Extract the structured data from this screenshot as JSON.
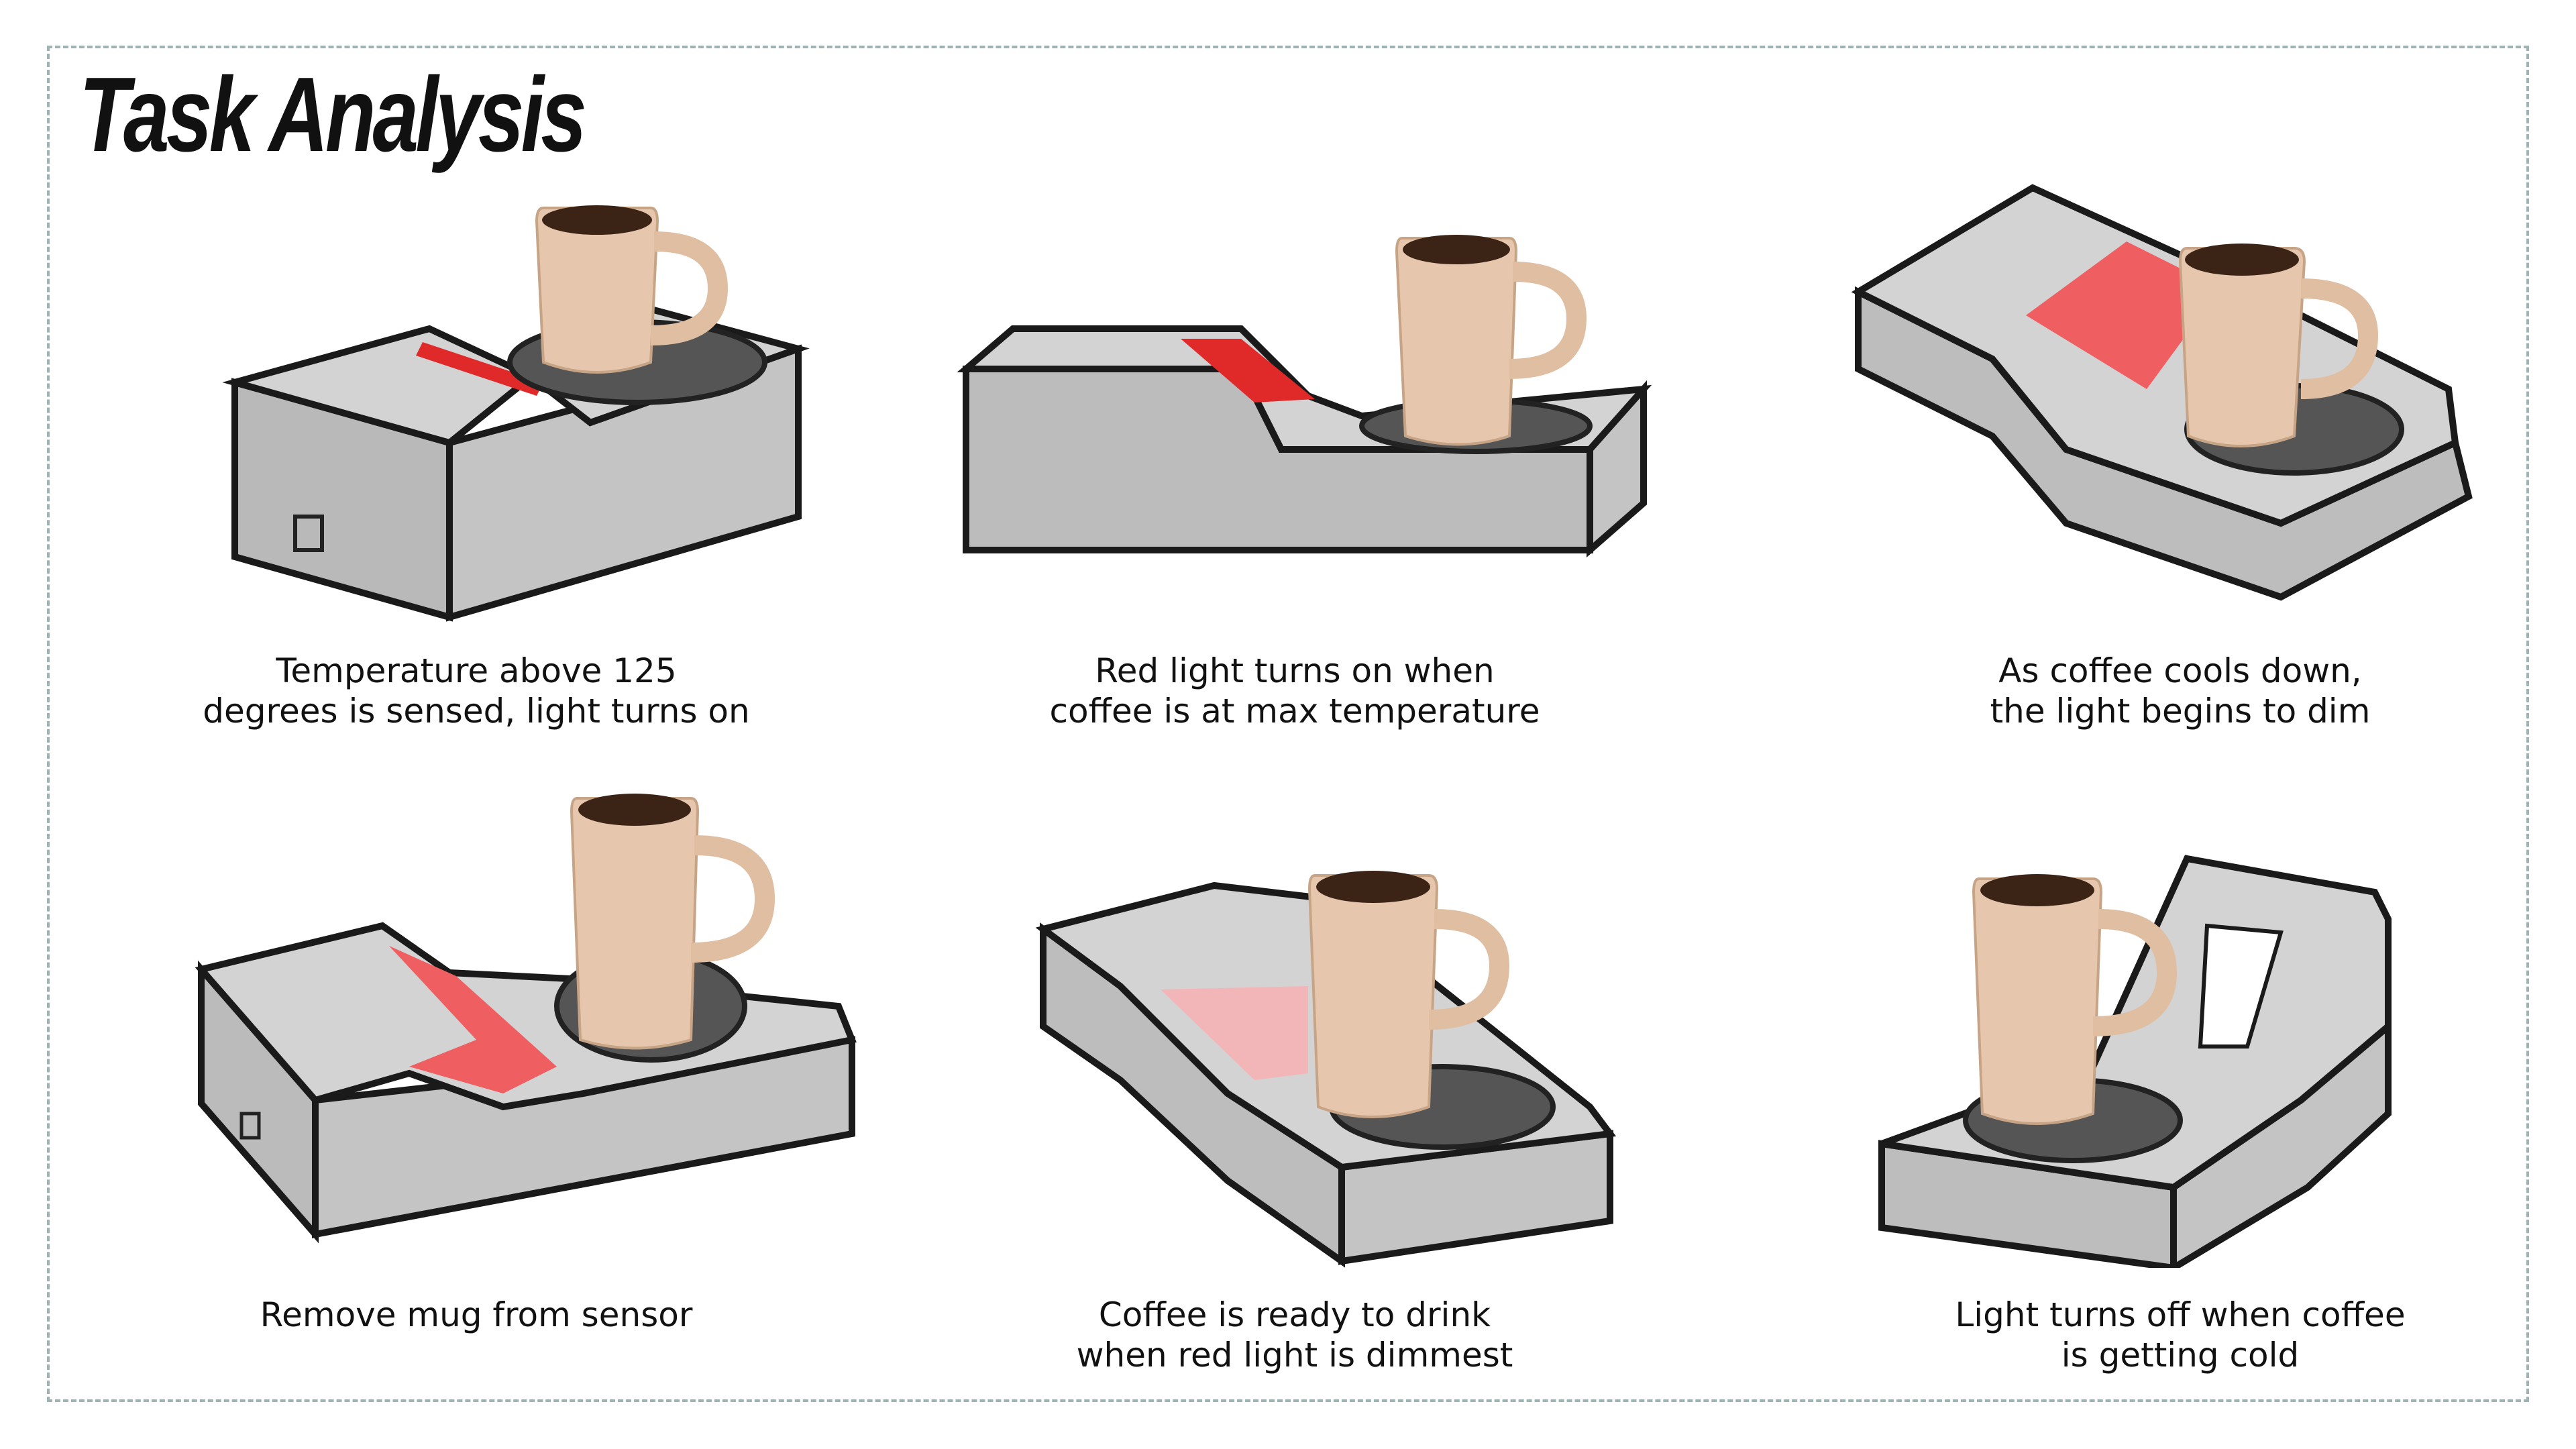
{
  "title": "Task Analysis",
  "colors": {
    "body": "#bdbdbd",
    "top": "#d2d2d2",
    "edge": "#1a1a1a",
    "mug": "#e6c7ae",
    "coffee": "#3b2416",
    "light_max": "#e02a2a",
    "light_mid": "#ef5f62",
    "light_dim": "#f3b6b8"
  },
  "panels": [
    {
      "caption": [
        "Temperature above 125",
        "degrees is sensed, light turns on"
      ],
      "light_level": 1.0
    },
    {
      "caption": [
        "Red light turns on when",
        "coffee is at max temperature"
      ],
      "light_level": 1.0
    },
    {
      "caption": [
        "As coffee cools down,",
        "the light begins to dim"
      ],
      "light_level": 0.7
    },
    {
      "caption": [
        "Remove mug from sensor"
      ],
      "light_level": 0.75
    },
    {
      "caption": [
        "Coffee is ready to drink",
        "when red light is dimmest"
      ],
      "light_level": 0.3
    },
    {
      "caption": [
        "Light turns off when coffee",
        "is getting cold"
      ],
      "light_level": 0.0
    }
  ]
}
